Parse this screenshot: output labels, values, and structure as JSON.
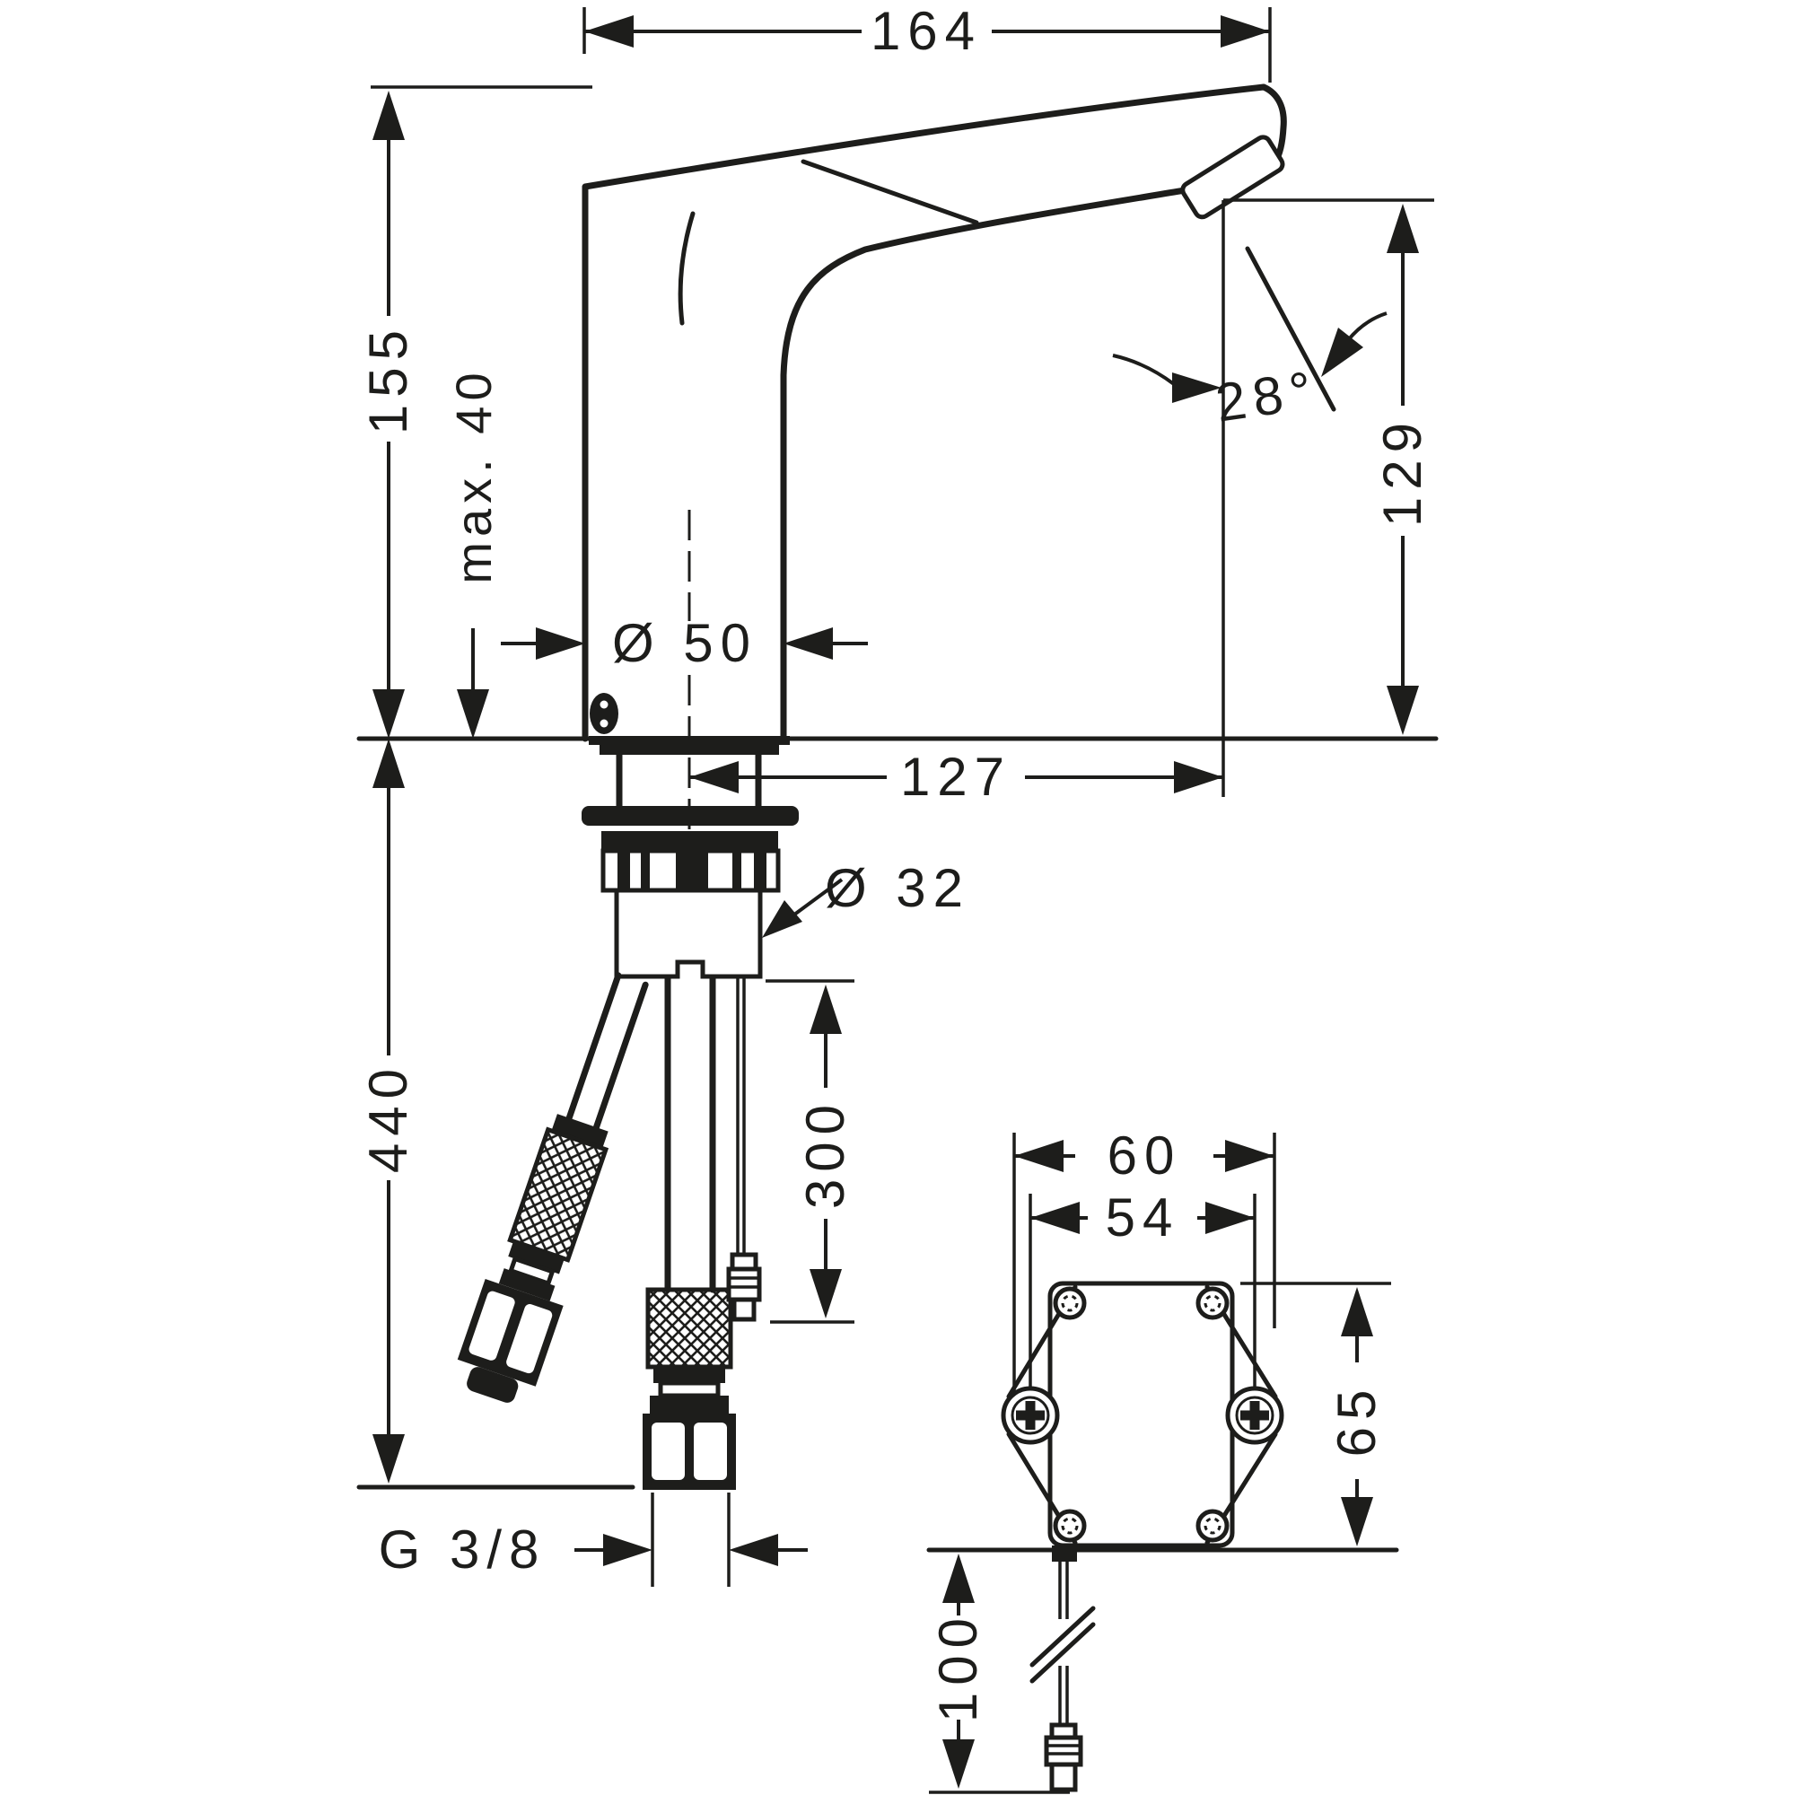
{
  "drawing": {
    "kind": "technical-dimension-drawing",
    "subject": "electronic sensor basin mixer with below-deck supply hoses, sensor cable and battery/control box",
    "style": {
      "ink": "#1d1d1b",
      "background": "#ffffff"
    },
    "dimensions": {
      "spout_projection": "164",
      "total_height": "155",
      "max_mounting_thickness": "max. 40",
      "base_diameter": "Ø 50",
      "spout_angle": "28°",
      "outlet_height": "129",
      "center_to_outlet": "127",
      "tap_hole_diameter": "Ø 32",
      "cable_length_below_deck": "300",
      "hose_length": "440",
      "supply_connection": "G 3/8",
      "box_outer_width": "60",
      "box_screw_spacing": "54",
      "box_height": "65",
      "box_cable_length": "100"
    }
  }
}
